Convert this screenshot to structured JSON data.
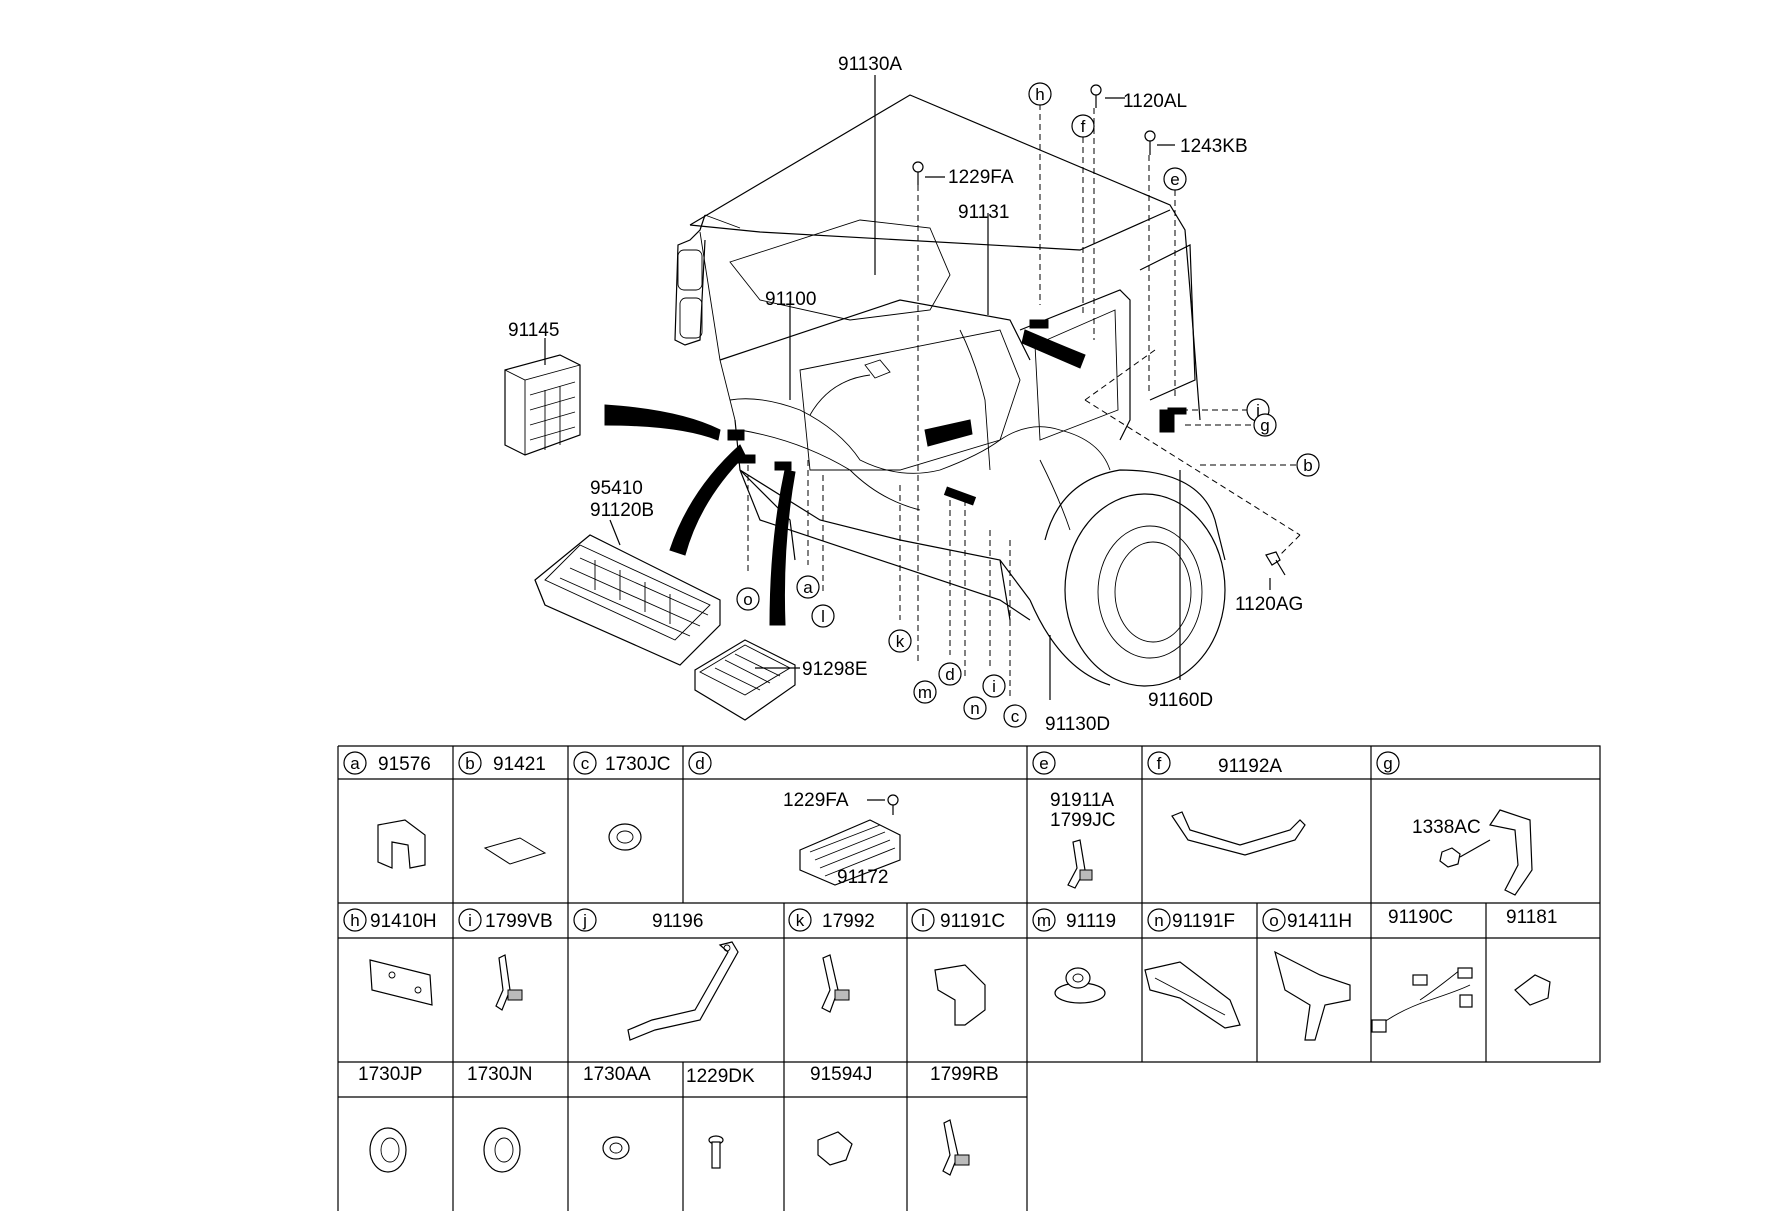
{
  "main_diagram": {
    "labels": {
      "l91130A": "91130A",
      "l1120AL": "1120AL",
      "l1243KB": "1243KB",
      "l1229FA": "1229FA",
      "l91131": "91131",
      "l91100": "91100",
      "l91145": "91145",
      "l95410": "95410",
      "l91120B": "91120B",
      "l91298E": "91298E",
      "l1120AG": "1120AG",
      "l91130D": "91130D",
      "l91160D": "91160D"
    },
    "callouts": [
      "a",
      "b",
      "c",
      "d",
      "e",
      "f",
      "g",
      "h",
      "i",
      "j",
      "k",
      "l",
      "m",
      "n",
      "o"
    ]
  },
  "parts_table": {
    "row1": [
      {
        "letter": "a",
        "part": "91576"
      },
      {
        "letter": "b",
        "part": "91421"
      },
      {
        "letter": "c",
        "part": "1730JC"
      },
      {
        "letter": "d",
        "part": "",
        "sub1": "1229FA",
        "sub2": "91172"
      },
      {
        "letter": "e",
        "part": "",
        "sub1": "91911A",
        "sub2": "1799JC"
      },
      {
        "letter": "f",
        "part": "91192A"
      },
      {
        "letter": "g",
        "part": "",
        "sub1": "1338AC"
      }
    ],
    "row2": [
      {
        "letter": "h",
        "part": "91410H"
      },
      {
        "letter": "i",
        "part": "1799VB"
      },
      {
        "letter": "j",
        "part": "91196"
      },
      {
        "letter": "k",
        "part": "17992"
      },
      {
        "letter": "l",
        "part": "91191C"
      },
      {
        "letter": "m",
        "part": "91119"
      },
      {
        "letter": "n",
        "part": "91191F"
      },
      {
        "letter": "o",
        "part": "91411H"
      },
      {
        "letter": "",
        "part": "91190C"
      },
      {
        "letter": "",
        "part": "91181"
      }
    ],
    "row3": [
      {
        "part": "1730JP"
      },
      {
        "part": "1730JN"
      },
      {
        "part": "1730AA"
      },
      {
        "part": "1229DK"
      },
      {
        "part": "91594J"
      },
      {
        "part": "1799RB"
      }
    ]
  }
}
